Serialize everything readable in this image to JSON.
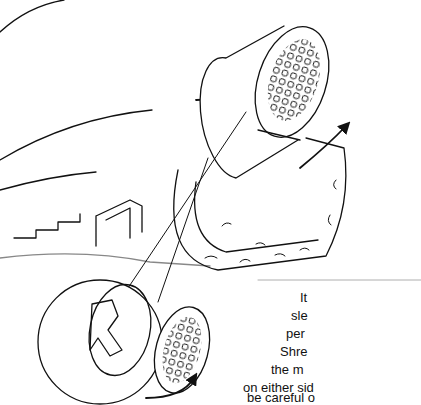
{
  "diagram": {
    "labels": [
      "It",
      "sle",
      "per",
      "Shre",
      "the m",
      "on either sid",
      "be careful o"
    ]
  }
}
